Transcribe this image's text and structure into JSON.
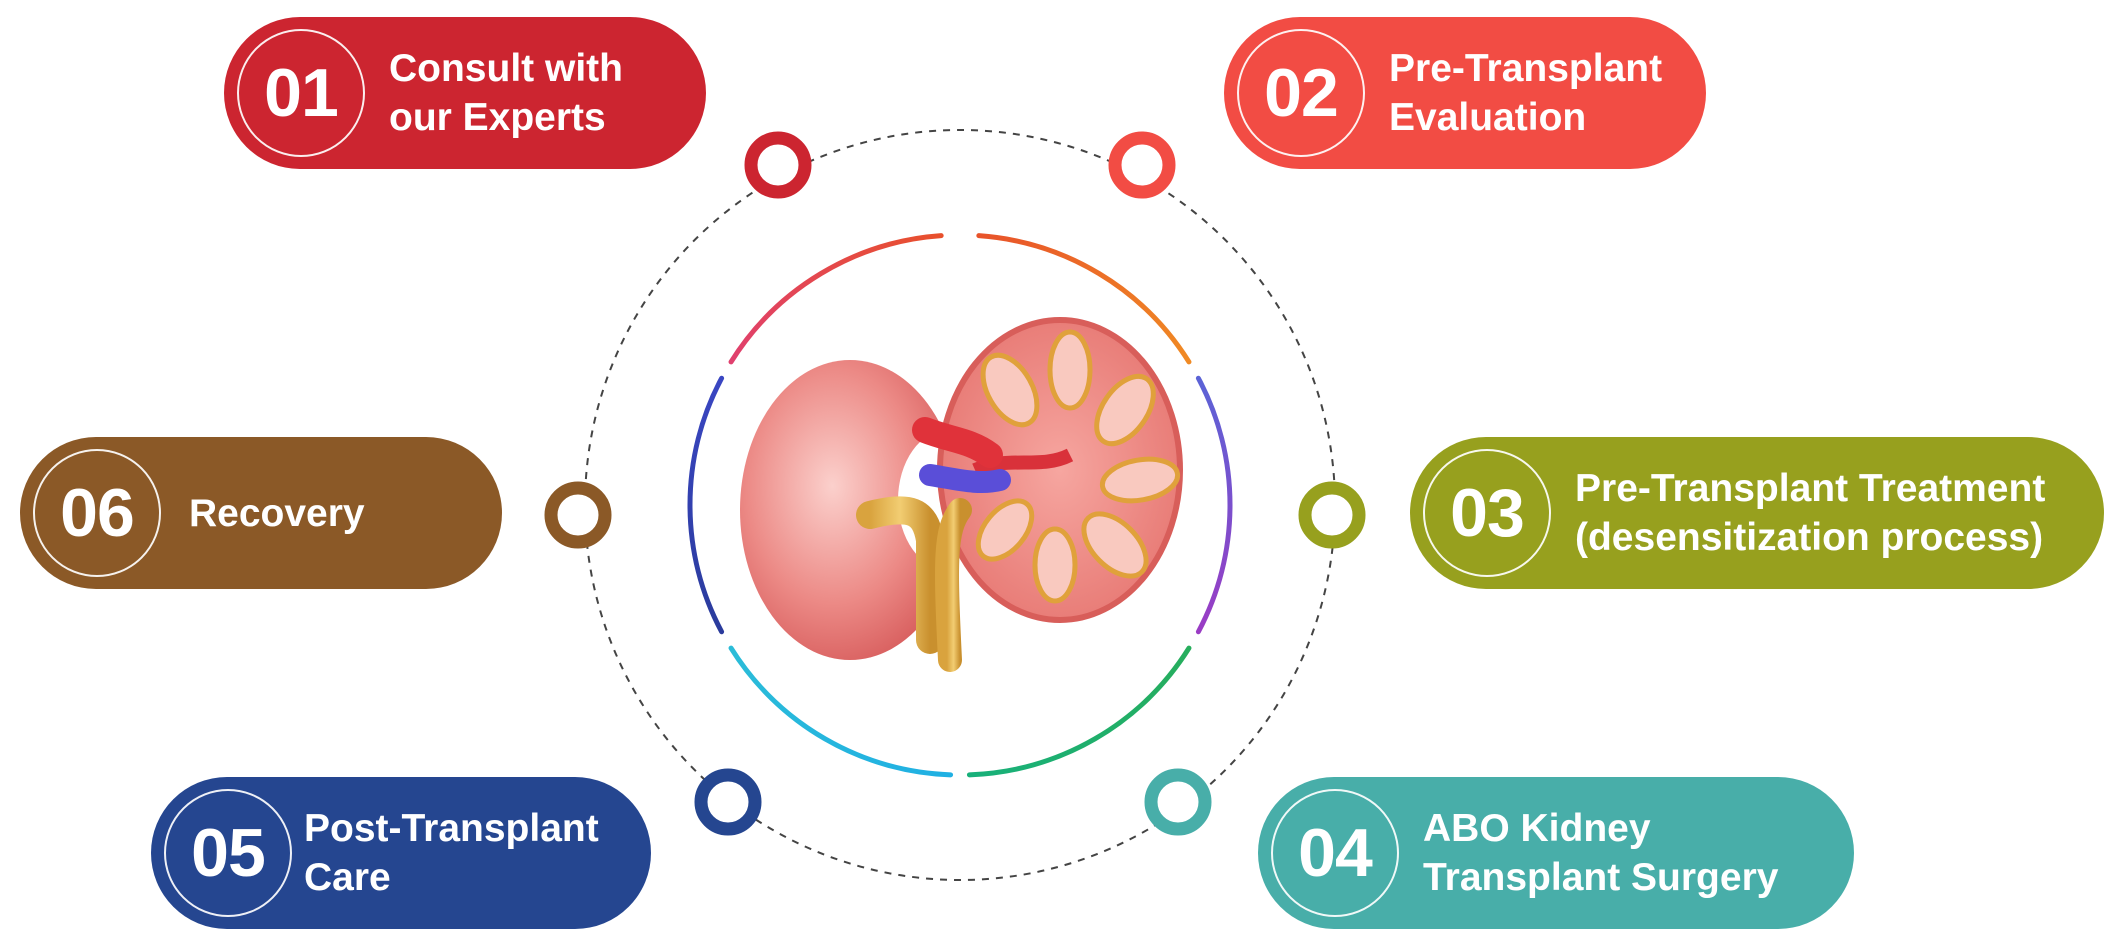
{
  "center_image": {
    "name": "kidney-cross-section"
  },
  "steps": [
    {
      "number": "01",
      "line1": "Consult with",
      "line2": "our Experts",
      "color": "#cc2530"
    },
    {
      "number": "02",
      "line1": "Pre-Transplant",
      "line2": "Evaluation",
      "color": "#f24c44"
    },
    {
      "number": "03",
      "line1": "Pre-Transplant Treatment",
      "line2": "(desensitization process)",
      "color": "#97a01e"
    },
    {
      "number": "04",
      "line1": "ABO Kidney",
      "line2": "Transplant Surgery",
      "color": "#48aea9"
    },
    {
      "number": "05",
      "line1": "Post-Transplant",
      "line2": "Care",
      "color": "#254690"
    },
    {
      "number": "06",
      "line1": "Recovery",
      "line2": "",
      "color": "#8b5927"
    }
  ]
}
